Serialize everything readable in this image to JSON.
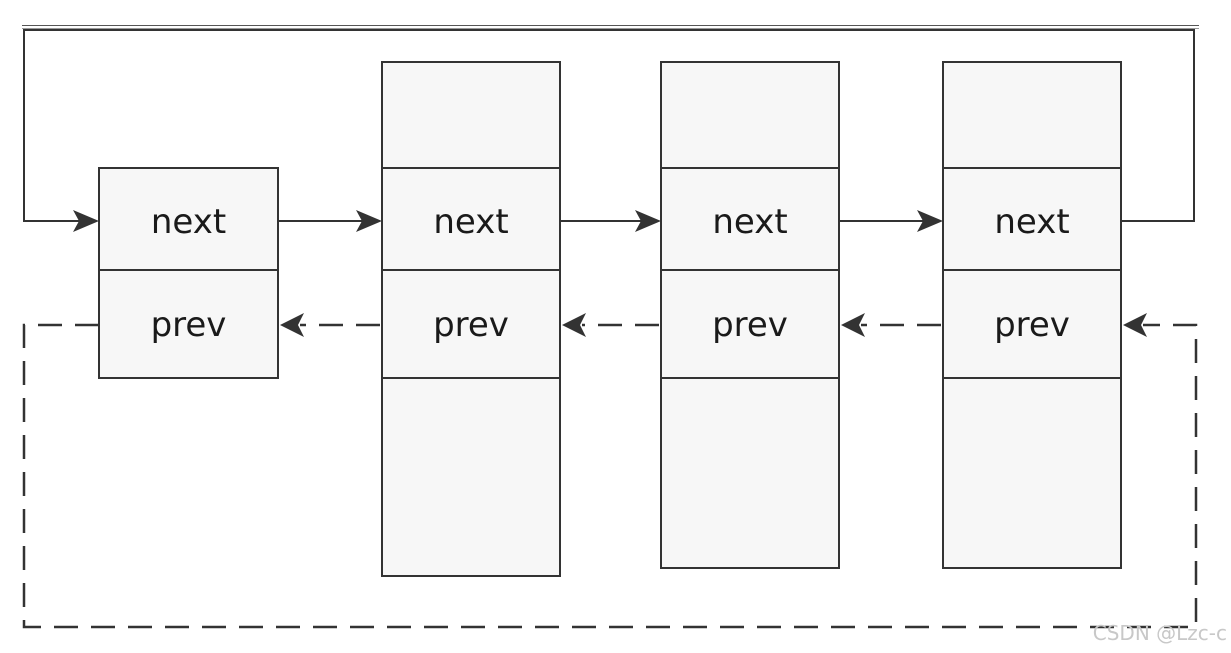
{
  "nodes": [
    {
      "next_label": "next",
      "prev_label": "prev"
    },
    {
      "next_label": "next",
      "prev_label": "prev"
    },
    {
      "next_label": "next",
      "prev_label": "prev"
    },
    {
      "next_label": "next",
      "prev_label": "prev"
    }
  ],
  "watermark": "CSDN @Lzc-c",
  "colors": {
    "stroke": "#333333",
    "fill": "#f7f7f7",
    "text": "#1a1a1a",
    "watermark": "#c8c8c8"
  }
}
